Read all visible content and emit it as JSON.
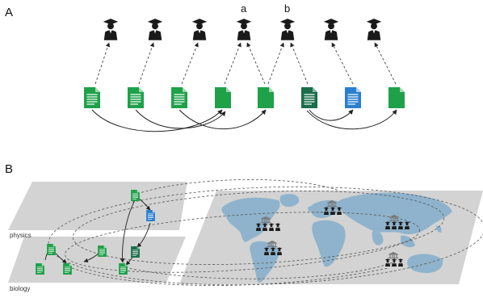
{
  "panels": {
    "a": {
      "label": "A",
      "person_labels": [
        "",
        "",
        "",
        "a",
        "b",
        "",
        ""
      ],
      "document_colors": [
        "green",
        "green",
        "green",
        "green",
        "green",
        "darkblue",
        "blue",
        "green"
      ]
    },
    "b": {
      "label": "B",
      "field_labels": {
        "upper": "physics",
        "lower": "biology"
      }
    }
  },
  "colors": {
    "green": "#1fa14a",
    "dark_green": "#1a7a3a",
    "blue": "#2a7fd0",
    "dark_blue": "#245a8a",
    "person": "#1a1a1a",
    "plate": "#d3d3d3",
    "map_land": "#8fb3cc",
    "arrow": "#222222"
  },
  "icons": {
    "person": "graduate-icon",
    "document": "document-icon",
    "institution": "institution-icon"
  }
}
